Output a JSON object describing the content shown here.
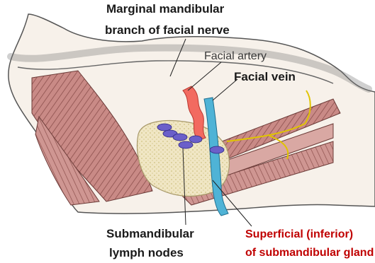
{
  "labels": {
    "marginal_nerve_line1": "Marginal mandibular",
    "marginal_nerve_line2": "branch of facial nerve",
    "facial_artery": "Facial artery",
    "facial_vein": "Facial vein",
    "submandibular_line1": "Submandibular",
    "submandibular_line2": "lymph nodes",
    "superficial_line1": "Superficial (inferior)",
    "superficial_line2": "of submandibular gland"
  },
  "colors": {
    "muscle": "#c98a86",
    "muscle_stripe": "#8c4f4c",
    "gland": "#f0e6c4",
    "artery": "#f26a60",
    "vein": "#4fb3d6",
    "node": "#6b5fc9",
    "nerve": "#e0c400",
    "label_red": "#c00000"
  }
}
